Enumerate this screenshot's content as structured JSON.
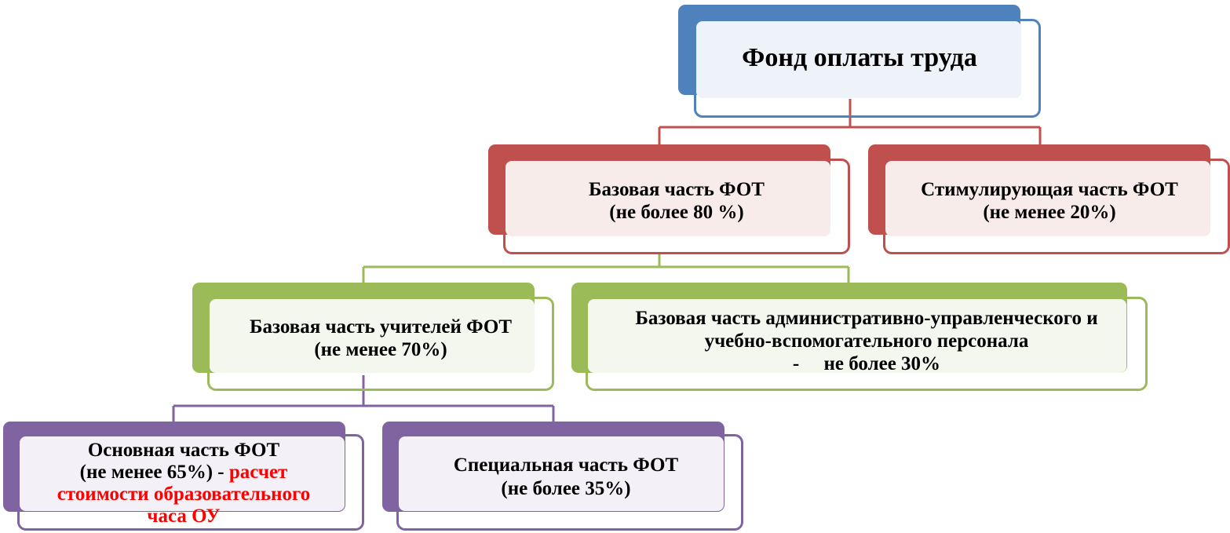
{
  "root": {
    "title": "Фонд оплаты труда"
  },
  "level1": {
    "base": {
      "line1": "Базовая часть ФОТ",
      "line2": "(не более 80 %)"
    },
    "stim": {
      "line1": "Стимулирующая часть ФОТ",
      "line2": "(не менее 20%)"
    }
  },
  "level2": {
    "teachers": {
      "line1": "Базовая часть учителей ФОТ",
      "line2": "(не менее 70%)"
    },
    "admin": {
      "line1": "Базовая часть административно-управленческого и",
      "line2": "учебно-вспомогательного  персонала",
      "line3": "-     не более 30%"
    }
  },
  "level3": {
    "main": {
      "line1": "Основная часть ФОТ",
      "line2_black": "(не менее 65%) - ",
      "line2_red": "расчет",
      "line3_red": "стоимости образовательного",
      "line4_red": "часа ОУ"
    },
    "special": {
      "line1": "Специальная часть ФОТ",
      "line2": "(не более 35%)"
    }
  },
  "colors": {
    "blue": "#4f81bd",
    "blue_fill": "#eef3fa",
    "red": "#c0504d",
    "red_fill": "#f8eceb",
    "green": "#9bbb59",
    "green_fill": "#f3f7ee",
    "purple": "#8064a2",
    "purple_fill": "#f3f0f7",
    "highlight": "#ff0000"
  }
}
